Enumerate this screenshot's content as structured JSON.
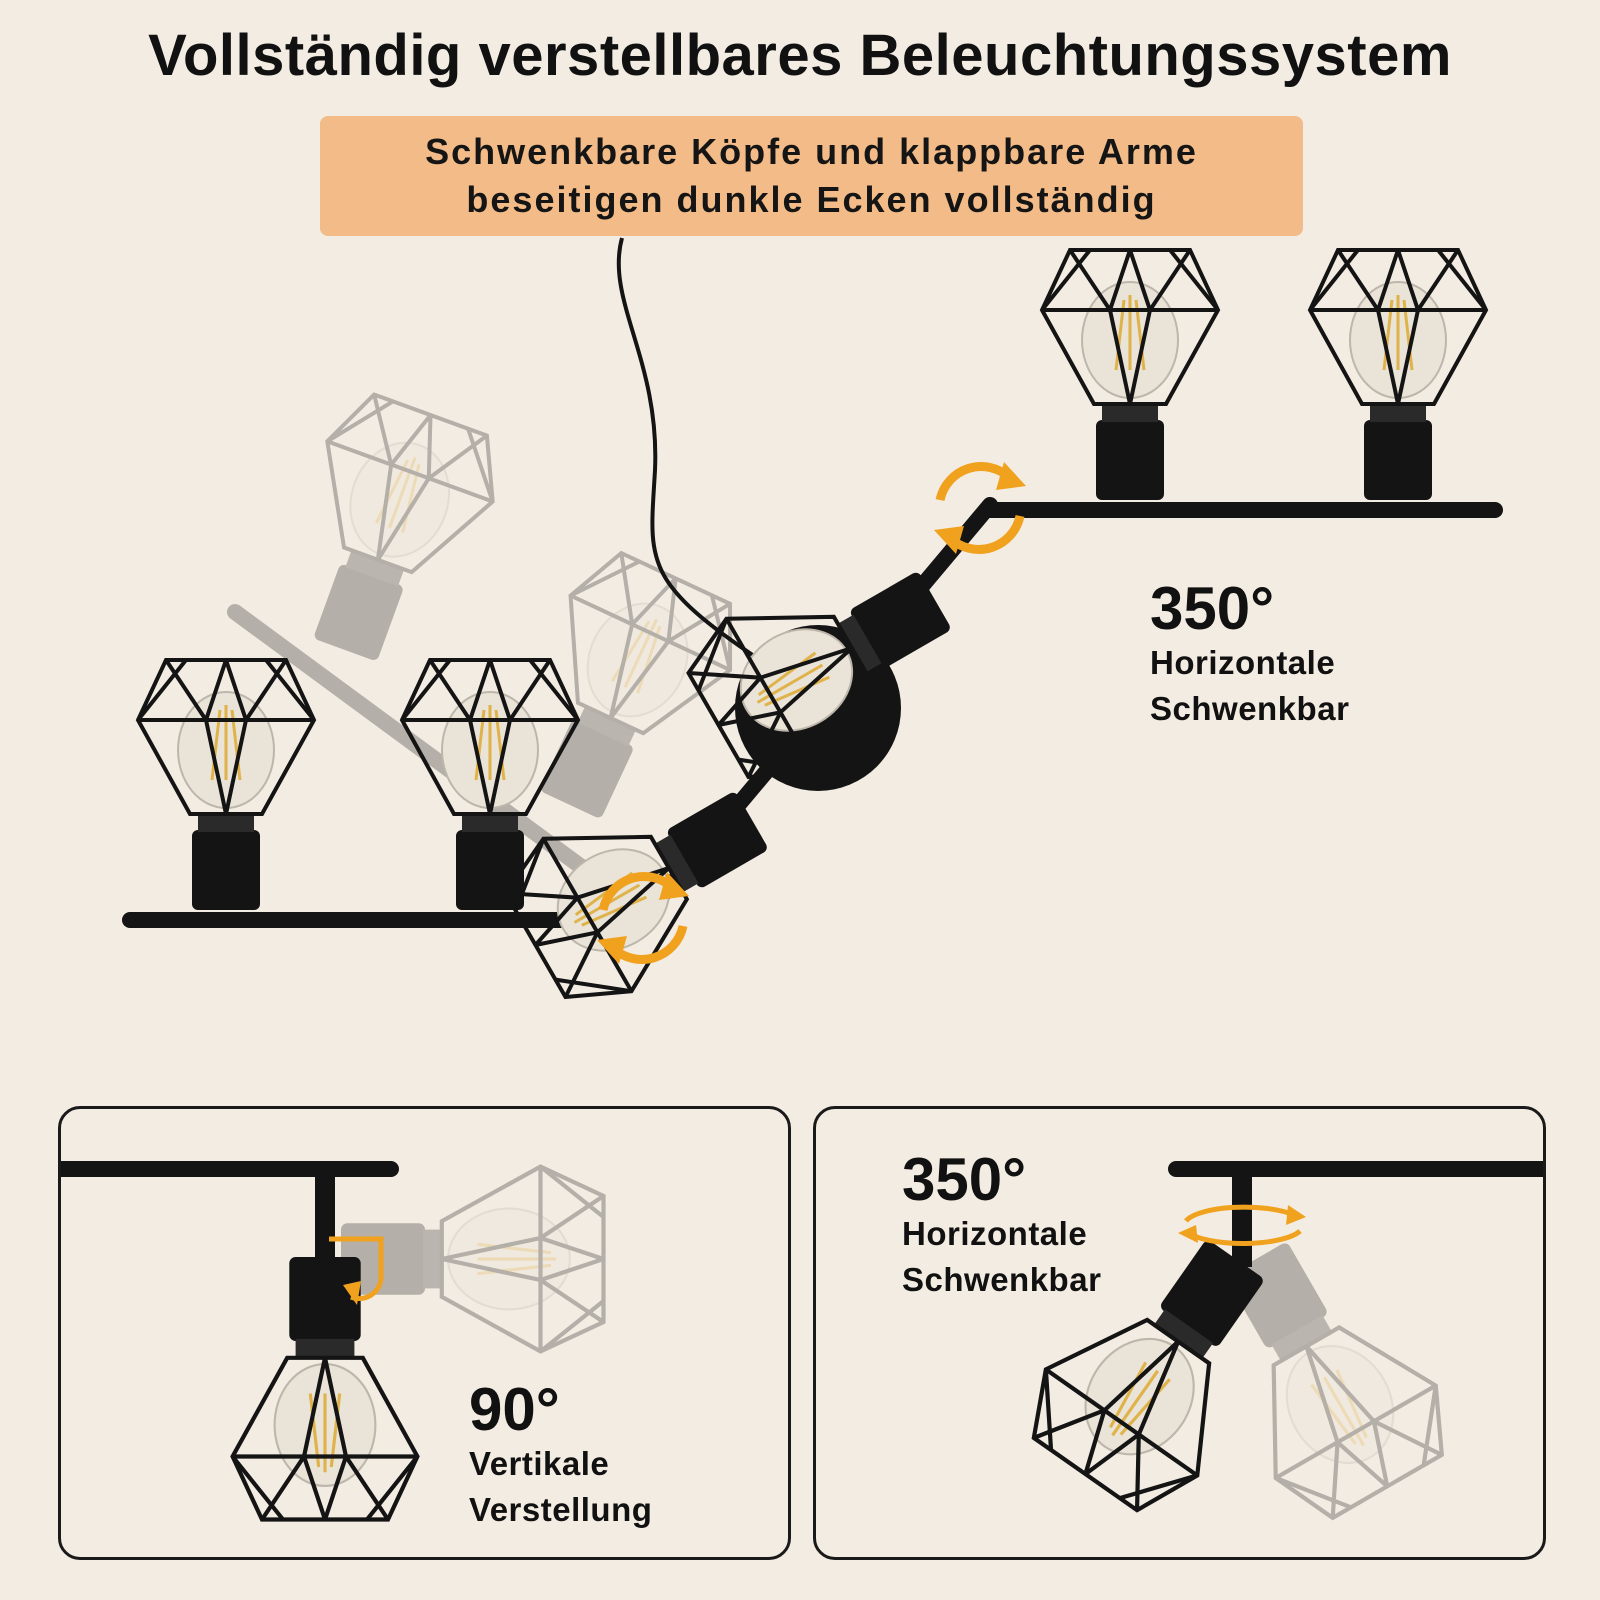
{
  "title": "Vollständig verstellbares Beleuchtungssystem",
  "banner": {
    "line1": "Schwenkbare Köpfe und klappbare Arme",
    "line2": "beseitigen dunkle Ecken vollständig"
  },
  "main_label": {
    "degrees": "350°",
    "line1": "Horizontale",
    "line2": "Schwenkbar"
  },
  "panel_left": {
    "degrees": "90°",
    "line1": "Vertikale",
    "line2": "Verstellung"
  },
  "panel_right": {
    "degrees": "350°",
    "line1": "Horizontale",
    "line2": "Schwenkbar"
  },
  "colors": {
    "background": "#f3ece2",
    "banner": "#f2bb87",
    "arrow": "#f0a21e",
    "metal": "#141414"
  },
  "icons": [
    "rotate-arrows-icon",
    "pivot-arrow-icon",
    "swivel-arrows-icon"
  ]
}
